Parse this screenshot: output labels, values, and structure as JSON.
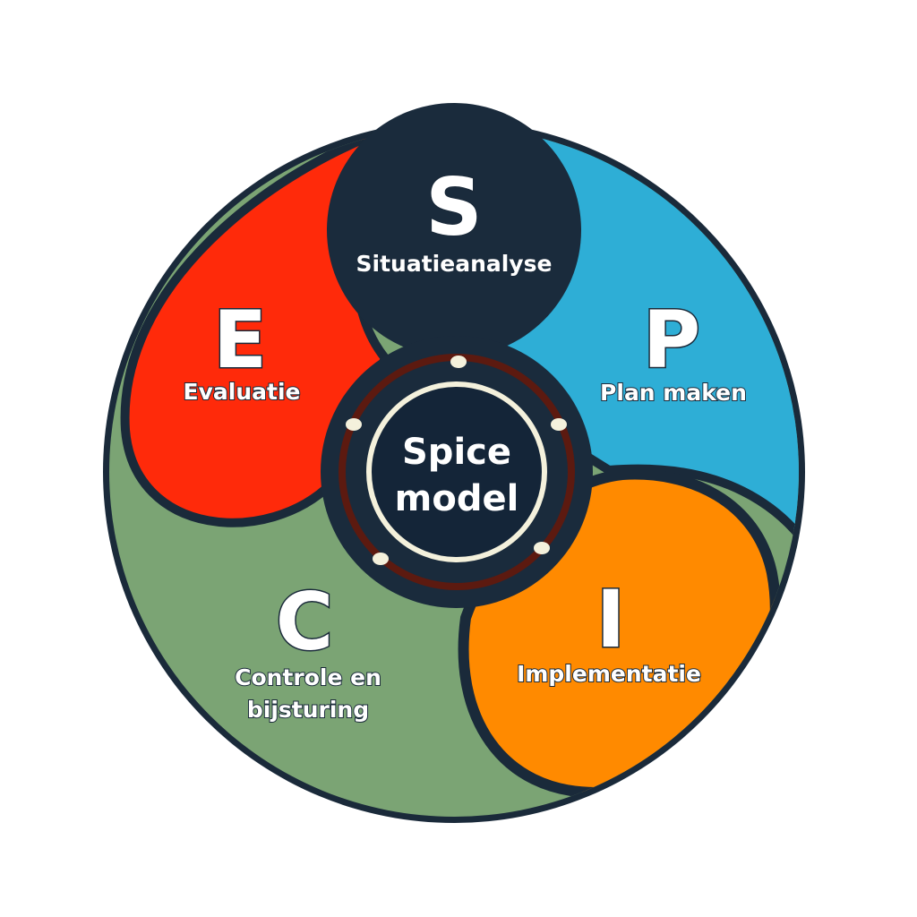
{
  "title": "Spice model",
  "center": {
    "line1": "Spice",
    "line2": "model"
  },
  "segments": [
    {
      "letter": "S",
      "label": "Situatieanalyse",
      "color": "#1a2b3c"
    },
    {
      "letter": "P",
      "label": "Plan maken",
      "color": "#2eaed6"
    },
    {
      "letter": "I",
      "label": "Implementatie",
      "color": "#ff8a00"
    },
    {
      "letter": "C",
      "label_line1": "Controle en",
      "label_line2": "bijsturing",
      "color": "#7ba474"
    },
    {
      "letter": "E",
      "label": "Evaluatie",
      "color": "#ff2a0a"
    }
  ],
  "colors": {
    "outline": "#1a2a3a",
    "ring": "#5c1a10",
    "inner_ring": "#f4f1dc"
  }
}
